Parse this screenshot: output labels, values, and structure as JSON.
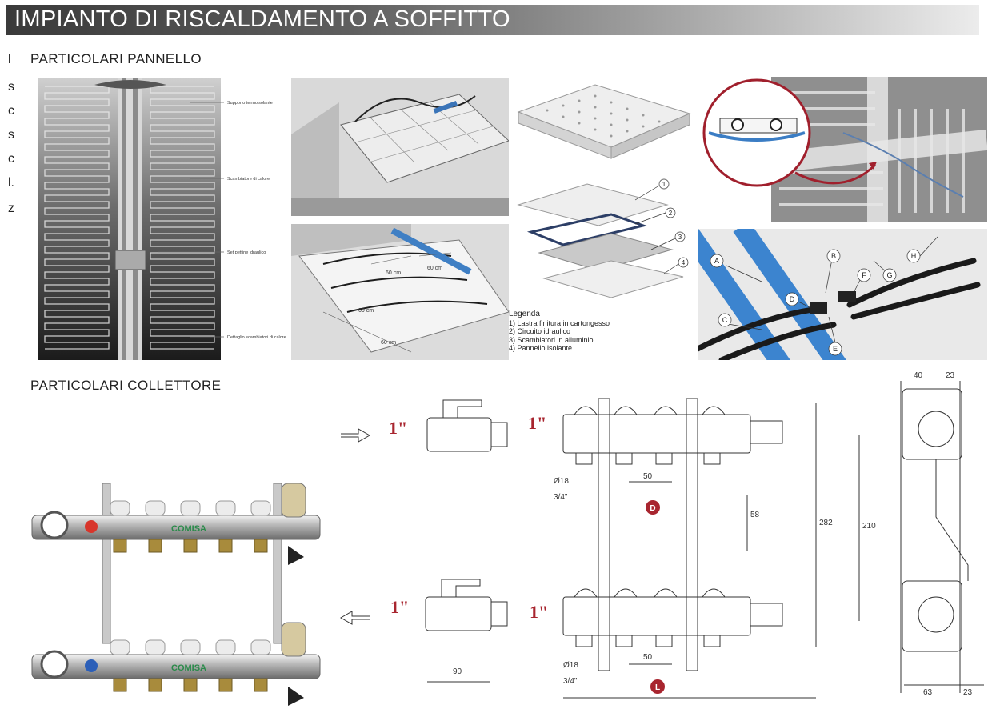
{
  "title": "IMPIANTO DI RISCALDAMENTO A SOFFITTO",
  "section_panel": "PARTICOLARI PANNELLO",
  "section_collector": "PARTICOLARI COLLETTORE",
  "clipped_text": [
    "l",
    "s",
    "c",
    "s",
    "c",
    "l.",
    "z"
  ],
  "panel_labels": {
    "label1": "Supporto termoisolante",
    "label2": "Scambiatore di calore",
    "label3": "Set pettine idraulico",
    "label4": "Dettaglio scambiatori di calore"
  },
  "install_dims": {
    "d1": "60 cm",
    "d2": "60 cm",
    "d3": "60 cm",
    "d4": "60 cm"
  },
  "exploded_numbers": [
    "1",
    "2",
    "3",
    "4"
  ],
  "legend": {
    "title": "Legenda",
    "items": [
      "1) Lastra finitura in cartongesso",
      "2) Circuito idraulico",
      "3) Scambiatori in alluminio",
      "4) Pannello isolante"
    ]
  },
  "pipe_letters": [
    "A",
    "B",
    "C",
    "D",
    "E",
    "F",
    "G",
    "H"
  ],
  "manifold_brand": "COMISA",
  "drawing": {
    "inch_a": "1\"",
    "inch_b": "1\"",
    "inch_c": "1\"",
    "inch_d": "1\"",
    "d50_top": "50",
    "d50_bot": "50",
    "phi18_top": "Ø18",
    "phi18_bot": "Ø18",
    "thread_top": "3/4\"",
    "thread_bot": "3/4\"",
    "d58": "58",
    "d282": "282",
    "d90": "90",
    "badge_d": "D",
    "badge_l": "L",
    "d40": "40",
    "d23_top": "23",
    "d210": "210",
    "d63": "63",
    "d23_bot": "23"
  }
}
